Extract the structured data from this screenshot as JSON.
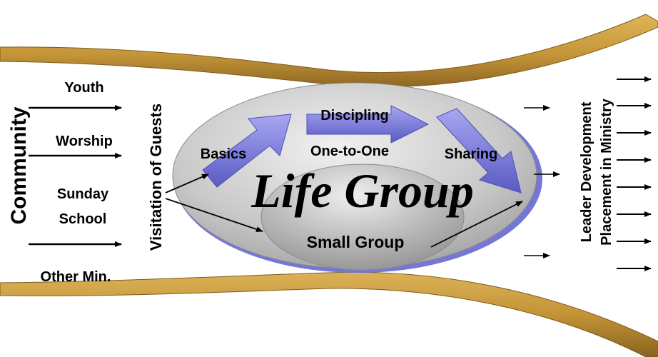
{
  "labels": {
    "community": "Community",
    "visitation": "Visitation of Guests",
    "youth": "Youth",
    "worship": "Worship",
    "sunday": "Sunday",
    "school": "School",
    "other_min": "Other Min.",
    "basics": "Basics",
    "discipling": "Discipling",
    "one_to_one": "One-to-One",
    "sharing": "Sharing",
    "life_group": "Life Group",
    "small_group": "Small Group",
    "leader_development": "Leader Development",
    "placement_in_ministry": "Placement in Ministry"
  },
  "colors": {
    "funnel_wood": "#c79a3c",
    "funnel_edge": "#8a6420",
    "ellipse_outer": "#c8c8c8",
    "ellipse_inner": "#a8a8a8",
    "ellipse_shadow": "#7b7bd8",
    "process_arrow": "#7d7de0",
    "arrow_line": "#000000"
  }
}
